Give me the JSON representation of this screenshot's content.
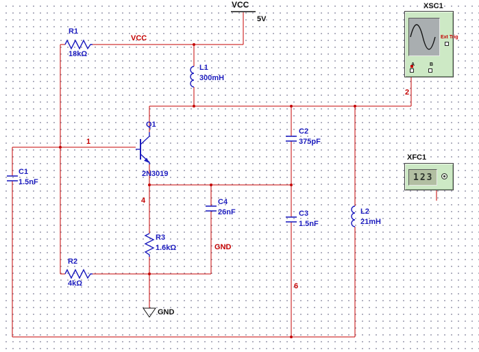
{
  "colors": {
    "wire": "#c40000",
    "component": "#1c1cbe",
    "net_label": "#c40000",
    "text": "#111111",
    "instrument_bg": "#cde9c5"
  },
  "power": {
    "label": "VCC",
    "value": "5V"
  },
  "ground": {
    "label": "GND"
  },
  "components": {
    "R1": {
      "ref": "R1",
      "value": "18kΩ"
    },
    "R2": {
      "ref": "R2",
      "value": "4kΩ"
    },
    "R3": {
      "ref": "R3",
      "value": "1.6kΩ"
    },
    "L1": {
      "ref": "L1",
      "value": "300mH"
    },
    "L2": {
      "ref": "L2",
      "value": "21mH"
    },
    "C1": {
      "ref": "C1",
      "value": "1.5nF"
    },
    "C2": {
      "ref": "C2",
      "value": "375pF"
    },
    "C3": {
      "ref": "C3",
      "value": "1.5nF"
    },
    "C4": {
      "ref": "C4",
      "value": "26nF"
    },
    "Q1": {
      "ref": "Q1",
      "value": "2N3019"
    }
  },
  "nets": {
    "vcc": "VCC",
    "gnd": "GND",
    "n1": "1",
    "n2": "2",
    "n4": "4",
    "n6": "6"
  },
  "instruments": {
    "oscilloscope": {
      "ref": "XSC1",
      "ext_trig": "Ext Trig",
      "ch_a": "A",
      "ch_b": "B"
    },
    "freq_counter": {
      "ref": "XFC1",
      "display": "123"
    }
  }
}
